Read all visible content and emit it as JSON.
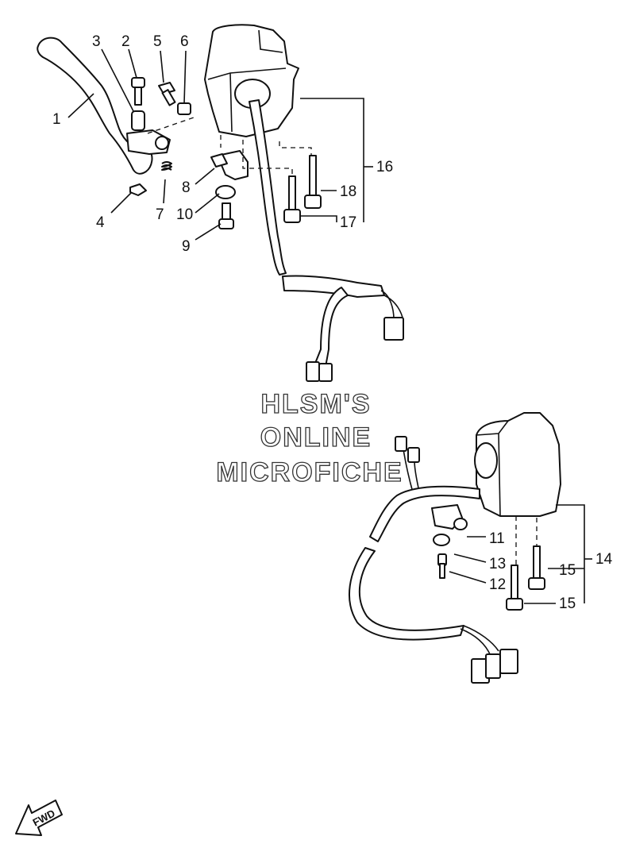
{
  "callouts": [
    "1",
    "2",
    "3",
    "4",
    "5",
    "6",
    "7",
    "8",
    "9",
    "10",
    "11",
    "12",
    "13",
    "14",
    "15",
    "15",
    "16",
    "17",
    "18"
  ],
  "watermark": {
    "line1": "HLSM'S",
    "line2": "ONLINE",
    "line3": "MICROFICHE"
  },
  "direction": {
    "label": "FWD"
  }
}
